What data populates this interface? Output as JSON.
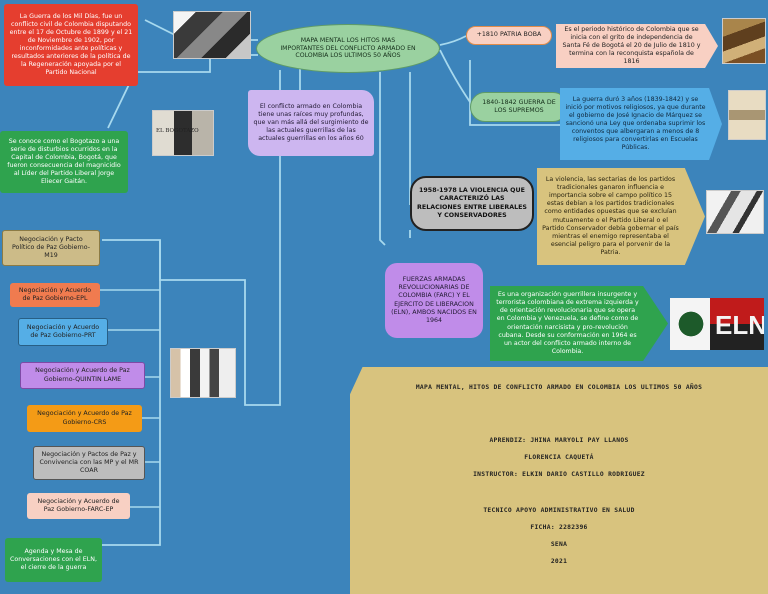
{
  "central": "MAPA MENTAL LOS HITOS MAS IMPORTANTES DEL CONFLICTO ARMADO EN COLOMBIA LOS ULTIMOS 50 AÑOS",
  "left": {
    "mil_dias": "La Guerra de los Mil Días, fue un conflicto civil de Colombia disputando entre el 17 de Octubre de 1899 y el 21 de Noviembre de 1902, por inconformidades ante políticas y resultados anteriores de la política de la Regeneración apoyada por el Partido Nacional",
    "bogotazo": "Se conoce como el Bogotazo a una serie de disturbios ocurridos en la Capital de Colombia, Bogotá, que fueron consecuencia del magnicidio al Líder del Partido Liberal Jorge Eliecer Gaitán.",
    "bogotazo_photo_caption": "EL BOGOTAZO",
    "negotiations": [
      "Negociación y Pacto Político de Paz Gobierno-M19",
      "Negociación y Acuerdo de Paz Gobierno-EPL",
      "Negociación y Acuerdo de Paz Gobierno-PRT",
      "Negociación y Acuerdo de Paz Gobierno-QUINTIN LAME",
      "Negociación y Acuerdo de Paz Gobierno-CRS",
      "Negociación y Pactos de Paz y Convivencia con las MP y el MR COAR",
      "Negociación y Acuerdo de Paz Gobierno-FARC-EP",
      "Agenda y Mesa de Conversaciones con el ELN, el cierre de la guerra"
    ]
  },
  "middle": {
    "intro": "El conflicto armado en Colombia tiene unas raíces muy profundas, que van más allá del surgimiento de las actuales guerrillas de las actuales guerrillas en los años 60"
  },
  "right": {
    "patria_boba": {
      "label": "+1810 PATRIA BOBA",
      "desc": "Es el periodo histórico de Colombia que se inicia con el grito de independencia de Santa Fé de Bogotá el 20 de Julio de 1810 y termina con la reconquista española de 1816"
    },
    "supremos": {
      "label": "1840-1842 GUERRA DE LOS SUPREMOS",
      "desc": "La guerra duró 3 años (1839-1842) y se inició por motivos religiosos, ya que durante el gobierno de José Ignacio de Márquez se sancionó una Ley que ordenaba suprimir los conventos que albergaran a menos de 8 religiosos para convertirlas en Escuelas Públicas."
    },
    "violencia": {
      "label": "1958-1978 LA VIOLENCIA QUE CARACTERIZÓ LAS RELACIONES ENTRE LIBERALES Y CONSERVADORES",
      "desc": "La violencia, las sectarias de los partidos tradicionales ganaron influencia e importancia sobre el campo político 15 estas debían a los partidos tradicionales como entidades opuestas que se excluían mutuamente o el Partido Liberal o el Partido Conservador debía gobernar el país mientras el enemigo representaba el esencial peligro para el porvenir de la Patria."
    },
    "farc_eln": {
      "label": "FUERZAS ARMADAS REVOLUCIONARIAS DE COLOMBIA (FARC) Y EL EJERCITO DE LIBERACION (ELN), AMBOS NACIDOS EN 1964",
      "desc": "Es una organización guerrillera insurgente y terrorista colombiana de extrema izquierda y de orientación revolucionaria que se opera en Colombia y Venezuela, se define como de orientación narcisista y pro-revolución cubana. Desde su conformación en 1964 es un actor del conflicto armado interno de Colombia."
    },
    "eln_logo_text": "ELN"
  },
  "info": {
    "title": "MAPA MENTAL, HITOS DE CONFLICTO ARMADO EN COLOMBIA LOS ULTIMOS 50 AÑOS",
    "student": "APRENDIZ: JHINA MARYOLI PAY LLANOS",
    "place": "FLORENCIA CAQUETÁ",
    "instructor": "INSTRUCTOR: ELKIN DARIO CASTILLO RODRIGUEZ",
    "program": "TECNICO APOYO ADMINISTRATIVO EN SALUD",
    "ficha": "FICHA: 2282396",
    "org": "SENA",
    "year": "2021"
  },
  "colors": {
    "background": "#3c84bb",
    "red": "#e53e2f",
    "green": "#2fa34e",
    "lavender": "#cdb6f0",
    "central_green": "#9ad1a0",
    "khaki": "#d8c37e",
    "pink": "#f8d0c3",
    "blue": "#55aee6",
    "connector": "#a7d9ee"
  }
}
